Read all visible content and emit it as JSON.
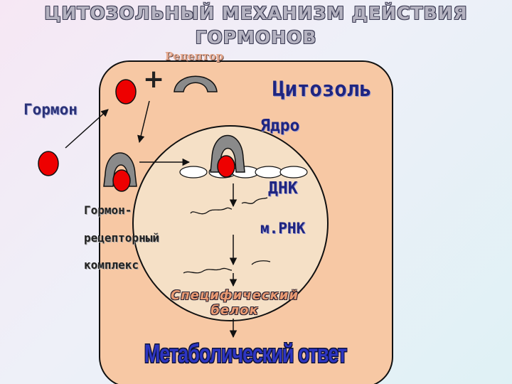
{
  "title": {
    "line1": "ЦИТОЗОЛЬНЫЙ МЕХАНИЗМ ДЕЙСТВИЯ",
    "line2": "ГОРМОНОВ"
  },
  "labels": {
    "receptor": "Рецептор",
    "plus": "+",
    "hormone": "Гормон",
    "cytosol": "Цитозоль",
    "nucleus": "Ядро",
    "dna": "ДНК",
    "mrna": "м.РНК",
    "complex_line1": "Гормон-",
    "complex_line2": "рецепторный",
    "complex_line3": "комплекс",
    "protein_line1": "Специфический",
    "protein_line2": "белок",
    "response": "Метаболический ответ"
  },
  "colors": {
    "cell_fill": "#f7c8a4",
    "nucleus_fill": "#f5e0c6",
    "hormone": "#ee0000",
    "receptor": "#8a8a8a",
    "outline": "#111111"
  }
}
